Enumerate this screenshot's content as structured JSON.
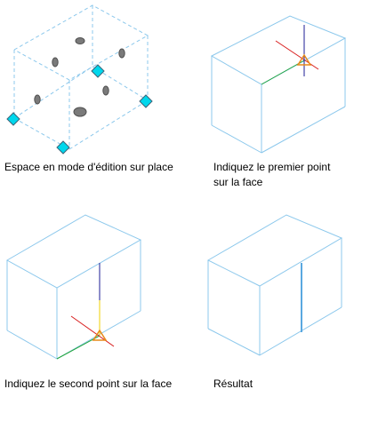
{
  "colors": {
    "box_edge": "#8cc8ec",
    "box_edge_dashed": "#8cc8ec",
    "grip": "#00d7ec",
    "grip_outline": "#3c6478",
    "hole": "#7a7a7a",
    "axis_x": "#d81e1e",
    "axis_y": "#22a53c",
    "axis_z": "#1e1e96",
    "track_line": "#f0d000",
    "snap_marker": "#e88a1a",
    "result_line": "#5aa8e0"
  },
  "panels": [
    {
      "id": "edit-in-place",
      "caption": "Espace en mode d'édition sur place"
    },
    {
      "id": "first-point",
      "caption": "Indiquez le premier point\nsur la face"
    },
    {
      "id": "second-point",
      "caption": "Indiquez le second point sur la face"
    },
    {
      "id": "result",
      "caption": "Résultat"
    }
  ]
}
